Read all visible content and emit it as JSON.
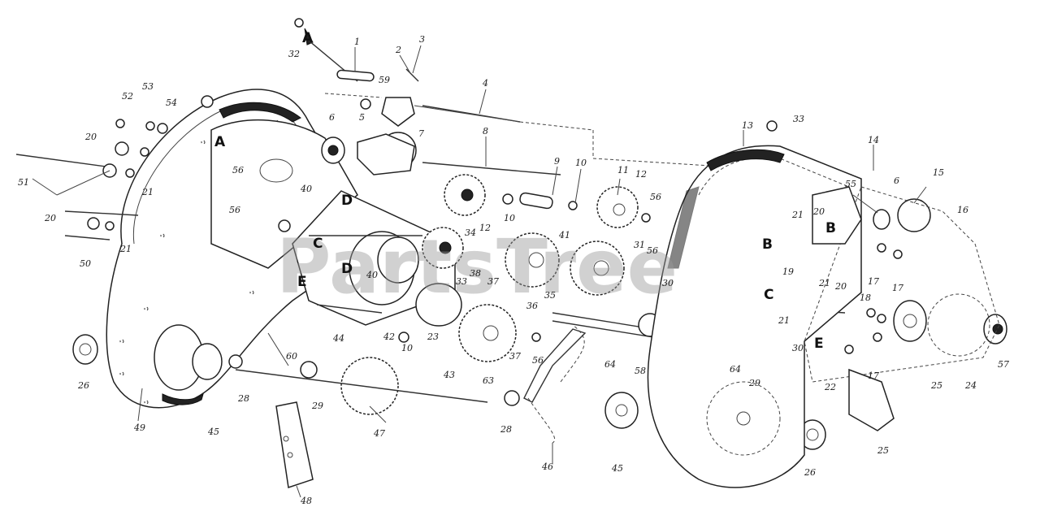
{
  "watermark": "PartsTree",
  "labels": {
    "l1": "1",
    "l2": "2",
    "l3": "3",
    "l4": "4",
    "l5": "5",
    "l59": "59",
    "l32": "32",
    "l6a": "6",
    "l7": "7",
    "l8": "8",
    "l9": "9",
    "l10a": "10",
    "l10b": "10",
    "l10c": "10",
    "l11": "11",
    "l12a": "12",
    "l12b": "12",
    "l13": "13",
    "l33": "33",
    "l14": "14",
    "l15": "15",
    "l16": "16",
    "l6b": "6",
    "l55": "55",
    "l52": "52",
    "l53": "53",
    "l54": "54",
    "l20a": "20",
    "l20b": "20",
    "l20c": "20",
    "l20d": "20",
    "l21a": "21",
    "l21b": "21",
    "l21c": "21",
    "l21d": "21",
    "l21e": "21",
    "l51": "51",
    "l50": "50",
    "l56a": "56",
    "l56b": "56",
    "l56c": "56",
    "l56d": "56",
    "l56e": "56",
    "l40a": "40",
    "l40b": "40",
    "l34": "34",
    "l38": "38",
    "l33b": "33",
    "l37a": "37",
    "l37b": "37",
    "l35": "35",
    "l36": "36",
    "l41": "41",
    "l31": "31",
    "l30a": "30",
    "l30b": "30",
    "l23": "23",
    "l42": "42",
    "l44": "44",
    "l43": "43",
    "l63": "63",
    "l64a": "64",
    "l64b": "64",
    "l58": "58",
    "l29a": "29",
    "l29b": "29",
    "l28a": "28",
    "l28b": "28",
    "l26a": "26",
    "l26b": "26",
    "l45a": "45",
    "l45b": "45",
    "l49": "49",
    "l60": "60",
    "l47": "47",
    "l46": "46",
    "l48": "48",
    "l19": "19",
    "l18": "18",
    "l17a": "17",
    "l17b": "17",
    "l17c": "17",
    "l22": "22",
    "l25a": "25",
    "l25b": "25",
    "l24": "24",
    "l57": "57",
    "A1": "A",
    "A2": "A",
    "B1": "B",
    "B2": "B",
    "C1": "C",
    "C2": "C",
    "D1": "D",
    "D2": "D",
    "E1": "E",
    "E2": "E"
  }
}
